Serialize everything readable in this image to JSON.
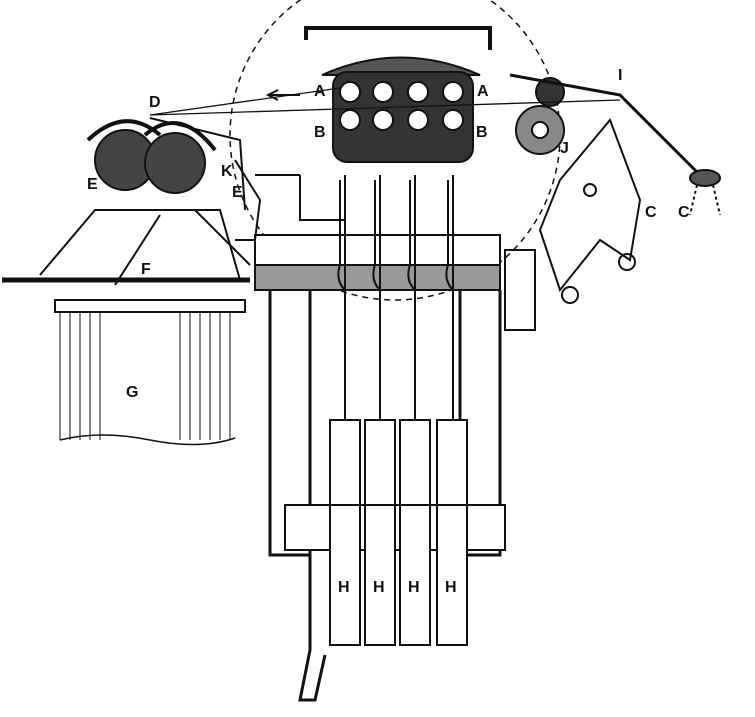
{
  "diagram": {
    "labels": {
      "a_left": "A",
      "a_right": "A",
      "b_left": "B",
      "b_right": "B",
      "c_left": "C",
      "c_right": "C",
      "d": "D",
      "e_left": "E",
      "e_right": "E",
      "f": "F",
      "g": "G",
      "h": [
        "H",
        "H",
        "H",
        "H"
      ],
      "i": "I",
      "j": "J",
      "k": "K"
    },
    "colors": {
      "ink": "#111111",
      "paper": "#ffffff"
    }
  }
}
